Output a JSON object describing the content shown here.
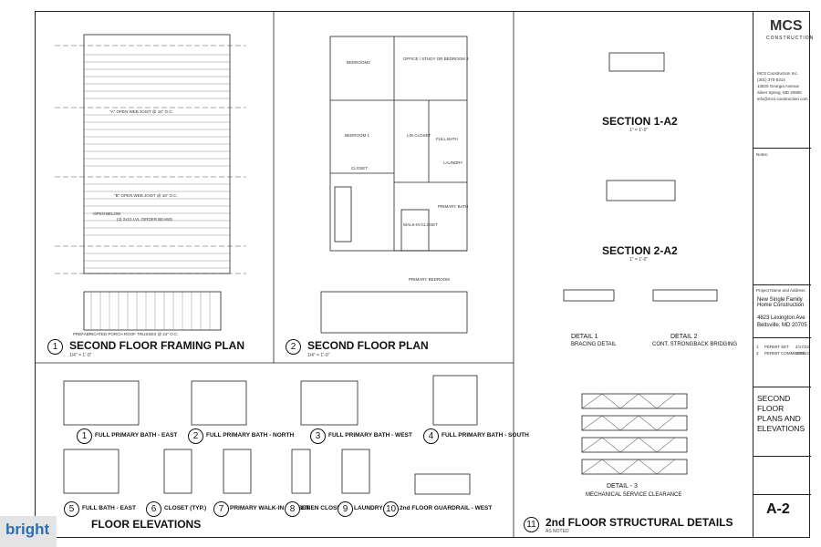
{
  "drawings": {
    "d1": {
      "num": "1",
      "title": "SECOND FLOOR FRAMING PLAN",
      "scale": "1/4\" = 1'-0\""
    },
    "d2": {
      "num": "2",
      "title": "SECOND FLOOR PLAN",
      "scale": "1/4\" = 1'-0\""
    },
    "elev_title": "FLOOR ELEVATIONS",
    "elevations": [
      {
        "num": "1",
        "label": "FULL PRIMARY BATH - EAST"
      },
      {
        "num": "2",
        "label": "FULL PRIMARY BATH - NORTH"
      },
      {
        "num": "3",
        "label": "FULL PRIMARY BATH - WEST"
      },
      {
        "num": "4",
        "label": "FULL PRIMARY BATH - SOUTH"
      },
      {
        "num": "5",
        "label": "FULL BATH - EAST"
      },
      {
        "num": "6",
        "label": "CLOSET (TYP.)"
      },
      {
        "num": "7",
        "label": "PRIMARY WALK-IN CLOSET"
      },
      {
        "num": "8",
        "label": "LINEN CLOSET"
      },
      {
        "num": "9",
        "label": "LAUNDRY"
      },
      {
        "num": "10",
        "label": "2nd FLOOR GUARDRAIL - WEST"
      }
    ],
    "d11": {
      "num": "11",
      "title": "2nd FLOOR STRUCTURAL DETAILS",
      "scale": "AS NOTED"
    },
    "section1": {
      "title": "SECTION 1-A2",
      "scale": "1\" = 1'-0\""
    },
    "section2": {
      "title": "SECTION 2-A2",
      "scale": "1\" = 1'-0\""
    },
    "detail1": {
      "title": "DETAIL 1",
      "sub": "BRACING DETAIL"
    },
    "detail2": {
      "title": "DETAIL 2",
      "sub": "CONT. STRONGBACK BRIDGING"
    },
    "detail3": {
      "title": "DETAIL - 3",
      "sub": "MECHANICAL SERVICE CLEARANCE"
    }
  },
  "plan_labels": {
    "bedroom2": "BEDROOM2",
    "office": "OFFICE / STUDY OR BEDROOM 3",
    "bedroom1": "BEDROOM 1",
    "closet": "CLOSET",
    "full_bath": "FULL BATH",
    "linen_closet": "LIN CLOSET",
    "walk_in": "WALK-IN CLOSET",
    "primary_bath": "PRIMARY BATH",
    "primary_bedroom": "PRIMARY BEDROOM",
    "laundry": "LAUNDRY"
  },
  "framing_notes": {
    "n1": "\"A\" OPEN WEB JOIST @ 16\" O.C.",
    "n2": "\"B\" OPEN WEB JOIST @ 16\" O.C.",
    "n3": "(3) 2x10 LVL GIRDER BEAMS",
    "n4": "PREFABRICATED PORCH ROOF TRUSSES @ 24\" O.C.",
    "n5": "OPEN BELOW"
  },
  "title_block": {
    "logo": "MCS",
    "logo_sub": "CONSTRUCTION",
    "company": "MCS Construction Inc.",
    "phone": "(301) 370-5314",
    "addr1": "13820 Georgia Avenue",
    "addr2": "Silver Spring, MD 20906",
    "email": "info@mcs-construction.com",
    "notes_label": "Notes:",
    "project_label": "Project Name and Address",
    "project_name": "New Single Family Home Construction",
    "address1": "4823 Lexington Ave",
    "address2": "Beltsville, MD 20705",
    "revisions": [
      {
        "no": "1",
        "desc": "PERMIT SET",
        "date": "2/17/22"
      },
      {
        "no": "2",
        "desc": "PERMIT COMMENTS",
        "date": "3/08/22"
      }
    ],
    "sheet_title": "SECOND FLOOR PLANS AND ELEVATIONS",
    "sheet_number": "A-2"
  },
  "watermark": "bright"
}
